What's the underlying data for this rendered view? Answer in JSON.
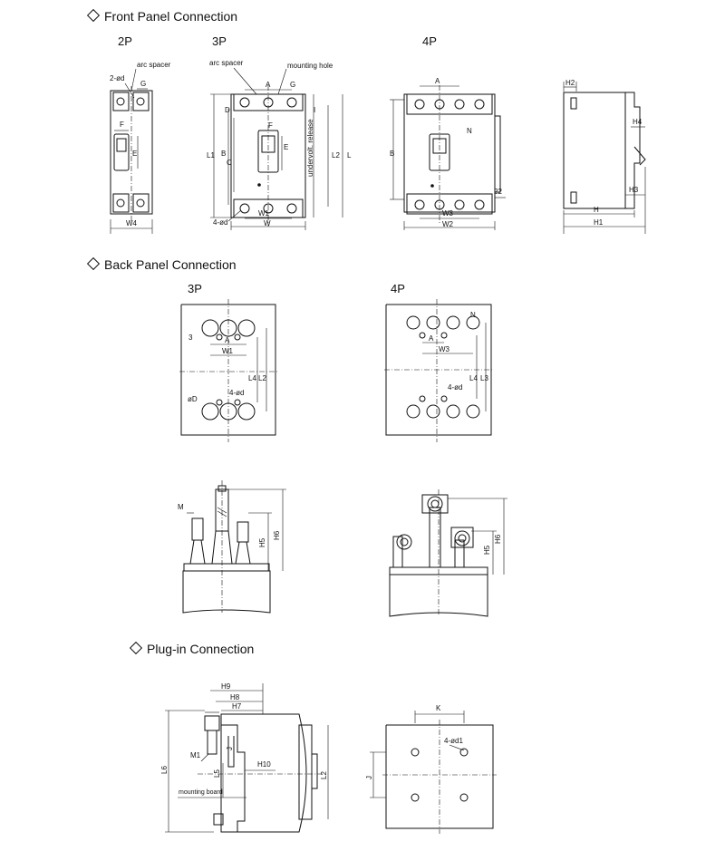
{
  "sections": {
    "front": "Front Panel Connection",
    "back": "Back Panel Connection",
    "plugin": "Plug-in Connection"
  },
  "pole_labels": {
    "front_2p": "2P",
    "front_3p": "3P",
    "front_4p": "4P",
    "back_3p": "3P",
    "back_4p": "4P"
  },
  "callouts": {
    "arc_spacer_2p": "arc spacer",
    "arc_spacer_3p": "arc spacer",
    "mounting_hole": "mounting hole",
    "undervolt": "undervolt. release",
    "mounting_board": "mounting board"
  },
  "dims": {
    "two_od": "2-ød",
    "four_od": "4-ød",
    "four_od1": "4-ød1",
    "oD": "øD",
    "N": "N",
    "A": "A",
    "B": "B",
    "C": "C",
    "D": "D",
    "E": "E",
    "F": "F",
    "G": "G",
    "I": "I",
    "K": "K",
    "J": "J",
    "M": "M",
    "M1": "M1",
    "L": "L",
    "L1": "L1",
    "L2": "L2",
    "L3": "L3",
    "L4": "L4",
    "L5": "L5",
    "L6": "L6",
    "W": "W",
    "W1": "W1",
    "W2": "W2",
    "W3": "W3",
    "W4": "W4",
    "H": "H",
    "H1": "H1",
    "H2": "H2",
    "H3": "H3",
    "H4": "H4",
    "H5": "H5",
    "H6": "H6",
    "H7": "H7",
    "H8": "H8",
    "H9": "H9",
    "H10": "H10",
    "three": "3",
    "twentytwo": "22"
  }
}
